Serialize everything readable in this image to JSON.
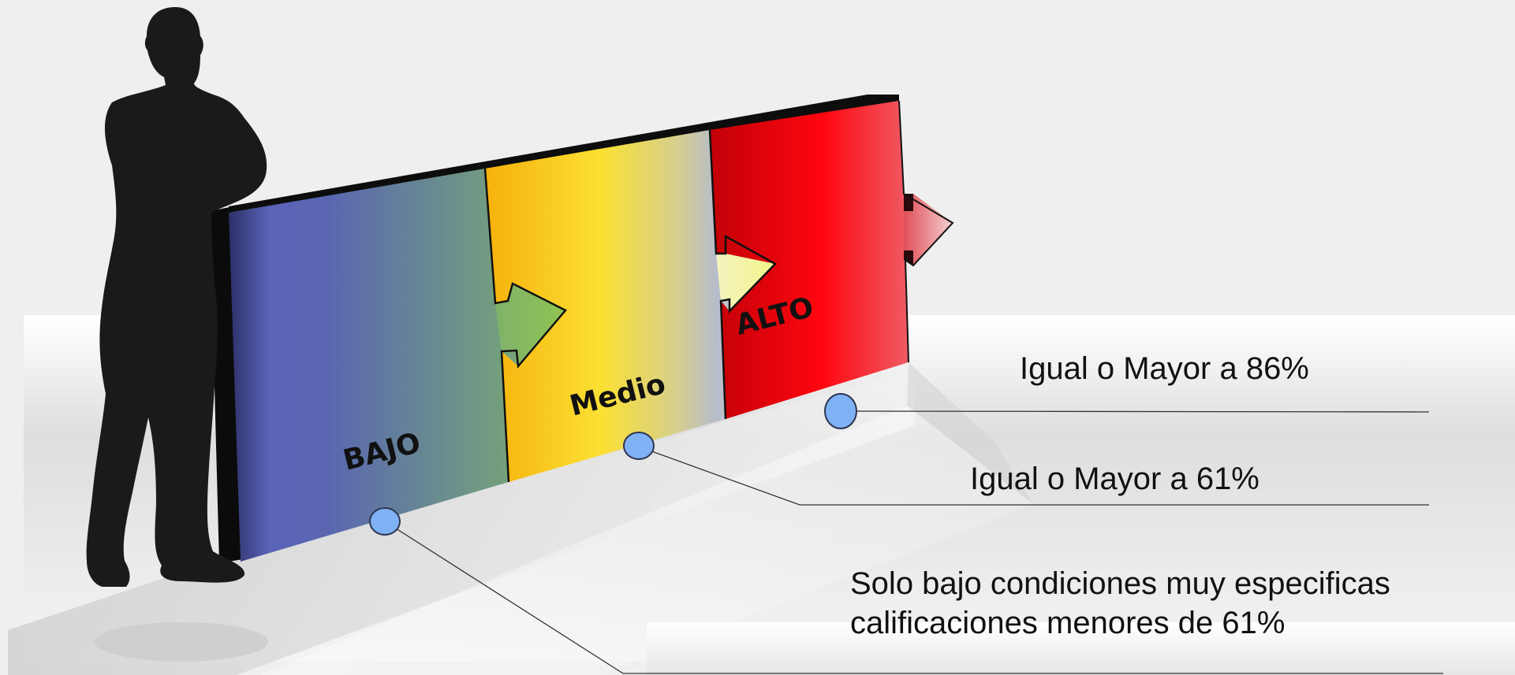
{
  "levels": [
    {
      "label": "BAJO"
    },
    {
      "label": "Medio"
    },
    {
      "label": "ALTO"
    }
  ],
  "callouts": {
    "high": "Igual o Mayor a 86%",
    "mid": "Igual o Mayor a 61%",
    "low_line1": "Solo bajo condiciones muy especificas",
    "low_line2": "calificaciones menores de 61%"
  },
  "colors": {
    "bajo_start": "#5a63b8",
    "bajo_end": "#7fb26a",
    "medio_start": "#f7b10c",
    "medio_mid": "#fbe033",
    "medio_end": "#b6bccb",
    "alto_start": "#c80007",
    "alto_end": "#ef5a62",
    "marker": "#7fb1f5",
    "silhouette": "#1b1a1a"
  },
  "icons": {
    "person": "person-silhouette-icon"
  }
}
